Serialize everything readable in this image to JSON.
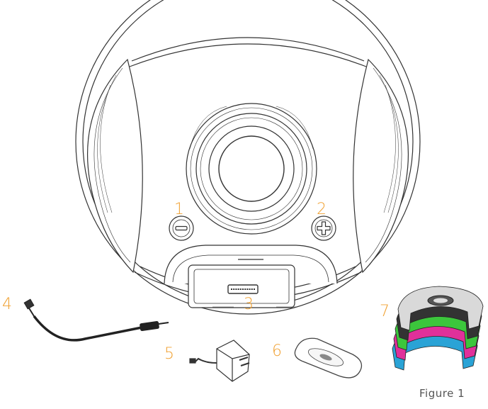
{
  "figure": {
    "caption": "Figure 1",
    "callout_color": "#F0A030",
    "line_color": "#333333"
  },
  "callouts": [
    {
      "id": "1",
      "label": "1"
    },
    {
      "id": "2",
      "label": "2"
    },
    {
      "id": "3",
      "label": "3"
    },
    {
      "id": "4",
      "label": "4"
    },
    {
      "id": "5",
      "label": "5"
    },
    {
      "id": "6",
      "label": "6"
    },
    {
      "id": "7",
      "label": "7"
    }
  ],
  "faceplate_colors": [
    "#d9d9d9",
    "#333333",
    "#3cc63c",
    "#e0309a",
    "#2aa3d6"
  ]
}
